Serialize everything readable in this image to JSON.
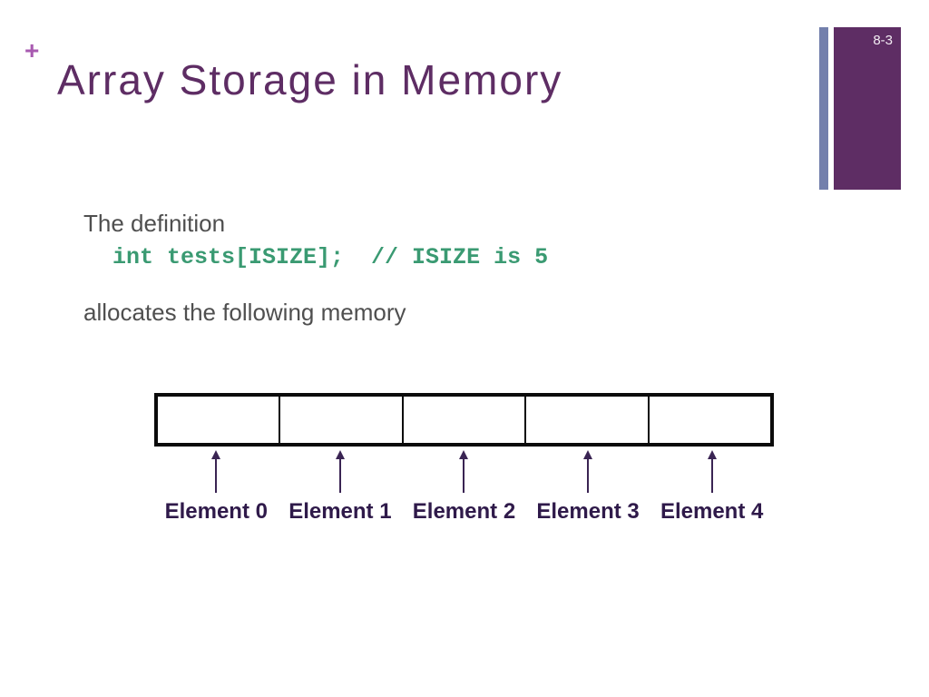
{
  "slide": {
    "plus_marker": "+",
    "title": "Array Storage in Memory"
  },
  "page_number": {
    "label": "8-3"
  },
  "content": {
    "intro": "The definition",
    "code": "int tests[ISIZE];  // ISIZE is 5",
    "outro": "allocates the following memory"
  },
  "diagram": {
    "cells": 5,
    "element_labels": [
      "Element 0",
      "Element 1",
      "Element 2",
      "Element 3",
      "Element 4"
    ]
  },
  "colors": {
    "title": "#5e2d64",
    "plus": "#a85ab0",
    "sidebar_bar": "#7380ac",
    "sidebar_rect": "#5e2d64",
    "page_number_text": "#f3ecf3",
    "body_text": "#4f4f4f",
    "code": "#3a9a72",
    "box_border": "#0b0b0b",
    "arrow": "#3a2453",
    "element_label": "#2f1a4a"
  }
}
